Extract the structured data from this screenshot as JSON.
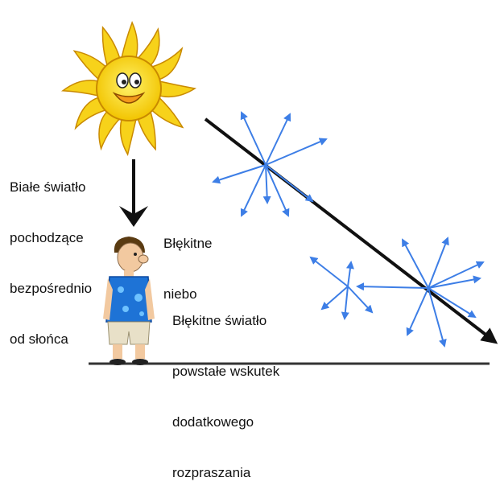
{
  "labels": {
    "white_light": [
      "Białe światło",
      "pochodzące",
      "bezpośrednio",
      "od słońca"
    ],
    "blue_sky": [
      "Błękitne",
      "niebo"
    ],
    "blue_light_scatter": [
      "Błękitne światło",
      "powstałe wskutek",
      "dodatkowego",
      "rozpraszania"
    ]
  },
  "icons": {
    "sun": "smiling-sun-icon",
    "person": "standing-man-icon"
  },
  "colors": {
    "scatter_arrow": "#3d7ee6",
    "main_arrow": "#111111",
    "sun_yellow": "#f7d21a",
    "sun_outline": "#c98a00",
    "ground": "#333333"
  }
}
